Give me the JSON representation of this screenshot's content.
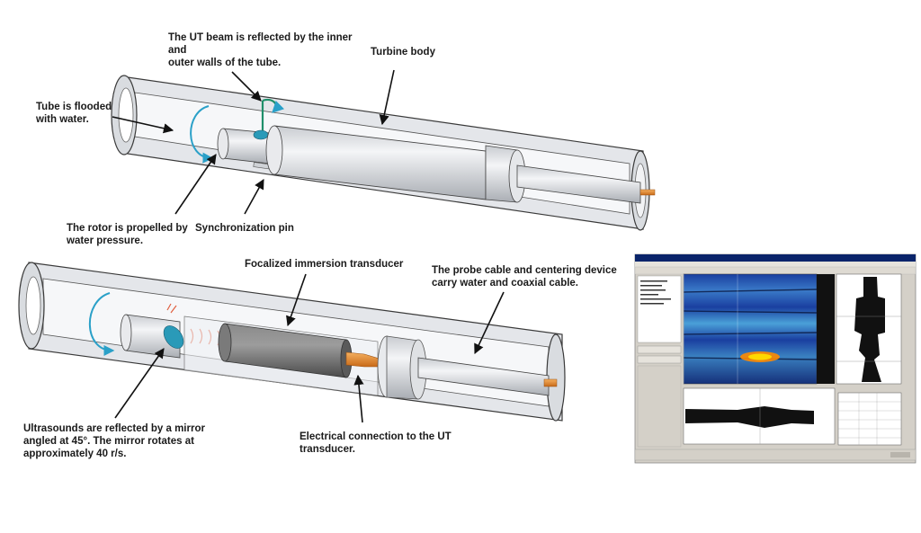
{
  "top_diagram": {
    "labels": {
      "beam_reflected": "The UT beam is reflected by the inner and\nouter walls of the tube.",
      "turbine_body": "Turbine body",
      "tube_flooded": "Tube is flooded\nwith water.",
      "rotor_propelled": "The rotor is propelled by\nwater pressure.",
      "sync_pin": "Synchronization pin"
    }
  },
  "bottom_diagram": {
    "labels": {
      "focalized_transducer": "Focalized immersion transducer",
      "probe_cable": "The probe cable and centering device\ncarry water and coaxial cable.",
      "ultrasounds_reflected": "Ultrasounds are reflected by a mirror\nangled at 45°. The mirror rotates at\napproximately 40 r/s.",
      "electrical_connection": "Electrical connection to the UT\ntransducer."
    }
  },
  "colors": {
    "tube_fill": "#e4e6ea",
    "tube_stroke": "#3a3a3a",
    "body_fill": "#d8dade",
    "transducer_dark": "#6e6e6e",
    "connector_orange": "#e88a2c",
    "rotation_arrow": "#2aa0c8",
    "beam_green": "#1f8f6a",
    "scan_blue": "#1a3fa0",
    "scan_hot": "#ffd800",
    "window_chrome": "#d4d0c8"
  },
  "icons": [
    "rotation-arrow-icon",
    "callout-arrow-icon"
  ]
}
